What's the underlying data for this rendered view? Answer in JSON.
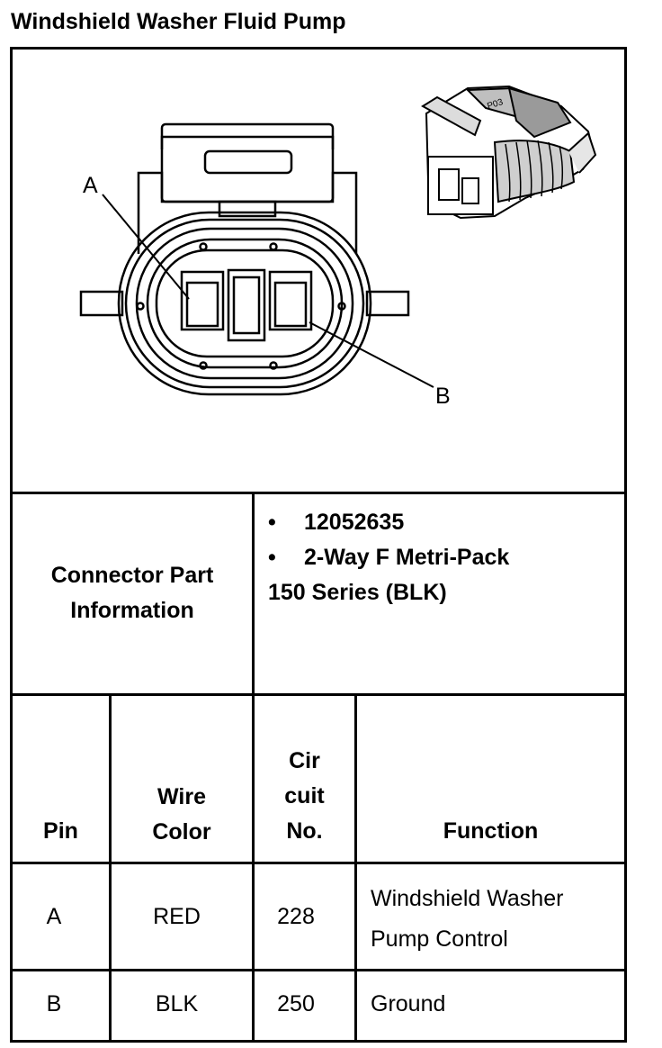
{
  "title": "Windshield Washer Fluid Pump",
  "diagram": {
    "label_a": "A",
    "label_b": "B",
    "clip_text": "P03"
  },
  "connector": {
    "label_line1": "Connector Part",
    "label_line2": "Information",
    "items": [
      "12052635",
      "2-Way F Metri-Pack"
    ],
    "continuation": "150 Series (BLK)"
  },
  "table": {
    "headers": {
      "pin": "Pin",
      "wire_color_line1": "Wire",
      "wire_color_line2": "Color",
      "circuit_line1": "Cir",
      "circuit_line2": "cuit",
      "circuit_line3": "No.",
      "function": "Function"
    },
    "rows": [
      {
        "pin": "A",
        "wire_color": "RED",
        "circuit": "228",
        "function_line1": "Windshield Washer",
        "function_line2": "Pump Control"
      },
      {
        "pin": "B",
        "wire_color": "BLK",
        "circuit": "250",
        "function_line1": "Ground",
        "function_line2": ""
      }
    ]
  }
}
